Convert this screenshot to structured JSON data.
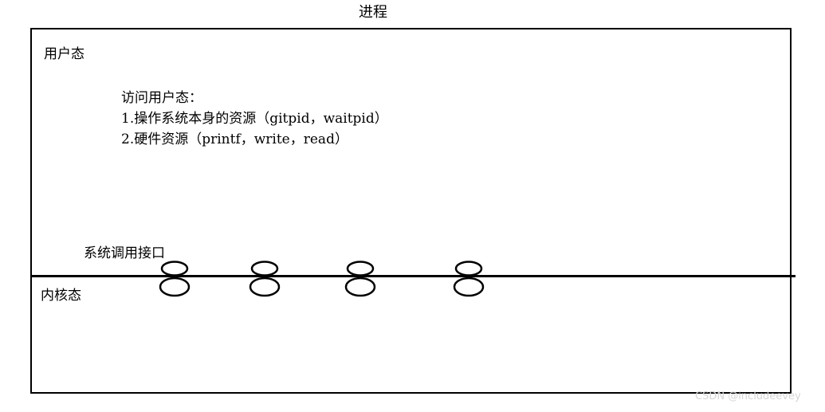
{
  "diagram": {
    "title": "进程",
    "user_mode_label": "用户态",
    "access_heading": "访问用户态：",
    "access_items": [
      "1.操作系统本身的资源（gitpid，waitpid）",
      "2.硬件资源（printf，write，read）"
    ],
    "syscall_label": "系统调用接口",
    "kernel_mode_label": "内核态",
    "interface_count": 4
  },
  "watermark": "CSDN @includeevey",
  "colors": {
    "stroke": "#000000",
    "background": "#ffffff",
    "watermark": "#d6d6d6"
  }
}
